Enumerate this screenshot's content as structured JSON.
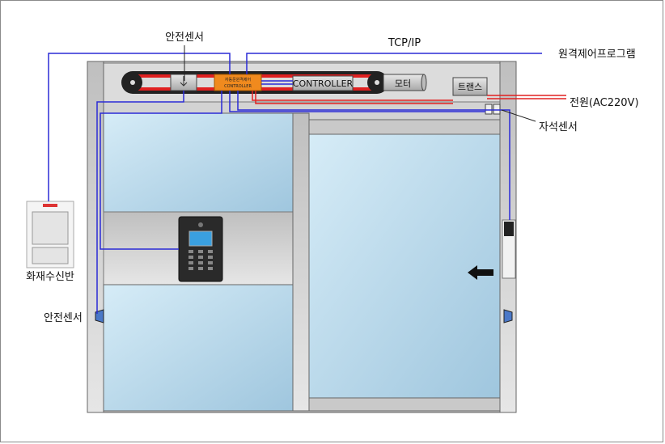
{
  "labels": {
    "safety_sensor_top": "안전센서",
    "tcp_ip": "TCP/IP",
    "remote_program": "원격제어프로그램",
    "power": "전원(AC220V)",
    "magnetic_sensor": "자석센서",
    "fire_panel": "화재수신반",
    "safety_sensor_left": "안전센서"
  },
  "components": {
    "auto_controller": "자동문원격제어",
    "auto_controller_sub": "CONTROLLER",
    "controller": "CONTROLLER",
    "motor": "모터",
    "transformer": "트랜스"
  },
  "colors": {
    "signal_wire": "#2b2bd6",
    "power_wire": "#e02020",
    "glass": "#bcdcee",
    "frame": "#c8c8c8",
    "controller_box": "#f08a1e"
  }
}
